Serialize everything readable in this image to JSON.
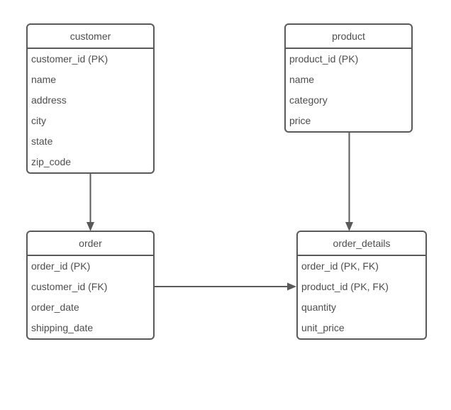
{
  "diagram": {
    "type": "entity-relationship",
    "background_color": "#ffffff",
    "stroke_color": "#595959",
    "text_color": "#4d4d4d"
  },
  "tables": {
    "customer": {
      "title": "customer",
      "fields": [
        "customer_id (PK)",
        "name",
        "address",
        "city",
        "state",
        "zip_code"
      ]
    },
    "product": {
      "title": "product",
      "fields": [
        "product_id (PK)",
        "name",
        "category",
        "price"
      ]
    },
    "order": {
      "title": "order",
      "fields": [
        "order_id (PK)",
        "customer_id (FK)",
        "order_date",
        "shipping_date"
      ]
    },
    "order_details": {
      "title": "order_details",
      "fields": [
        "order_id (PK, FK)",
        "product_id (PK, FK)",
        "quantity",
        "unit_price"
      ]
    }
  },
  "connectors": [
    {
      "from": "customer",
      "to": "order",
      "style": "solid-arrow"
    },
    {
      "from": "product",
      "to": "order_details",
      "style": "solid-arrow"
    },
    {
      "from": "order",
      "to": "order_details",
      "style": "solid-arrow"
    }
  ]
}
